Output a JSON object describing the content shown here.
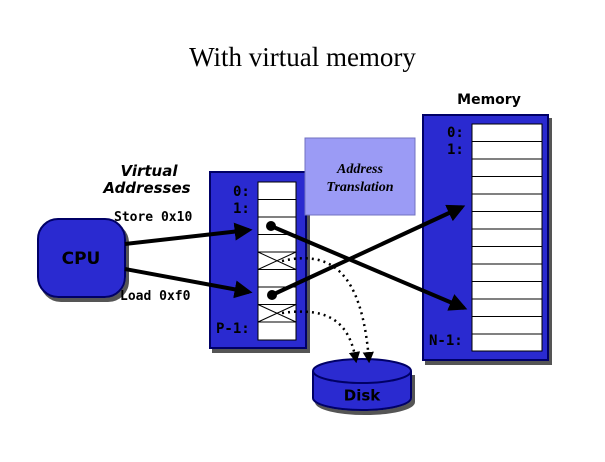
{
  "title": "With virtual memory",
  "cpu": {
    "label": "CPU"
  },
  "virtual": {
    "heading_line1": "Virtual",
    "heading_line2": "Addresses",
    "row0": "0:",
    "row1": "1:",
    "rowP": "P-1:"
  },
  "operations": {
    "store": "Store 0x10",
    "load": "Load 0xf0"
  },
  "translation": {
    "line1": "Address",
    "line2": "Translation"
  },
  "memory": {
    "heading": "Memory",
    "row0": "0:",
    "row1": "1:",
    "rowN": "N-1:"
  },
  "disk": {
    "label": "Disk"
  },
  "colors": {
    "blue": "#2B2BD0",
    "lavender": "#9B9BF5",
    "dark_blue": "#000066"
  }
}
